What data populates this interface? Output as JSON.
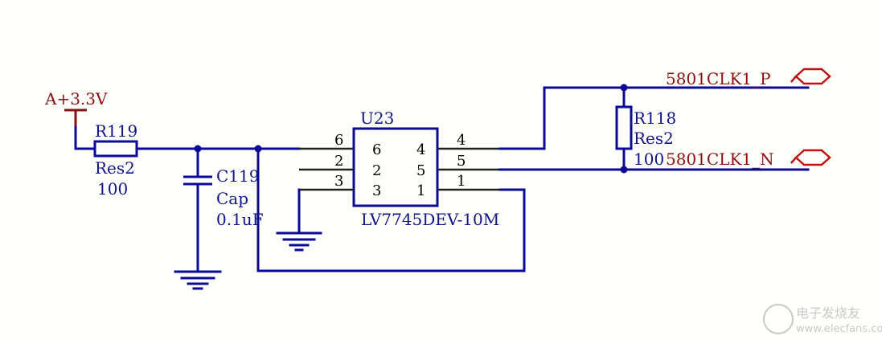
{
  "power": {
    "label": "A+3.3V"
  },
  "r119": {
    "designator": "R119",
    "type": "Res2",
    "value": "100"
  },
  "c119": {
    "designator": "C119",
    "type": "Cap",
    "value": "0.1uF"
  },
  "u23": {
    "designator": "U23",
    "part": "LV7745DEV-10M",
    "left_pins": [
      "6",
      "2",
      "3"
    ],
    "right_pins": [
      "4",
      "5",
      "1"
    ]
  },
  "r118": {
    "designator": "R118",
    "type": "Res2",
    "value": "100"
  },
  "nets": {
    "p": "5801CLK1_P",
    "n": "5801CLK1_N"
  },
  "watermark": {
    "line1": "电子发烧友",
    "line2": "www.elecfans.com"
  },
  "colors": {
    "wire": "#0A0A96",
    "power": "#8B1010",
    "pin": "#202020",
    "background": "#FFFFFC"
  }
}
